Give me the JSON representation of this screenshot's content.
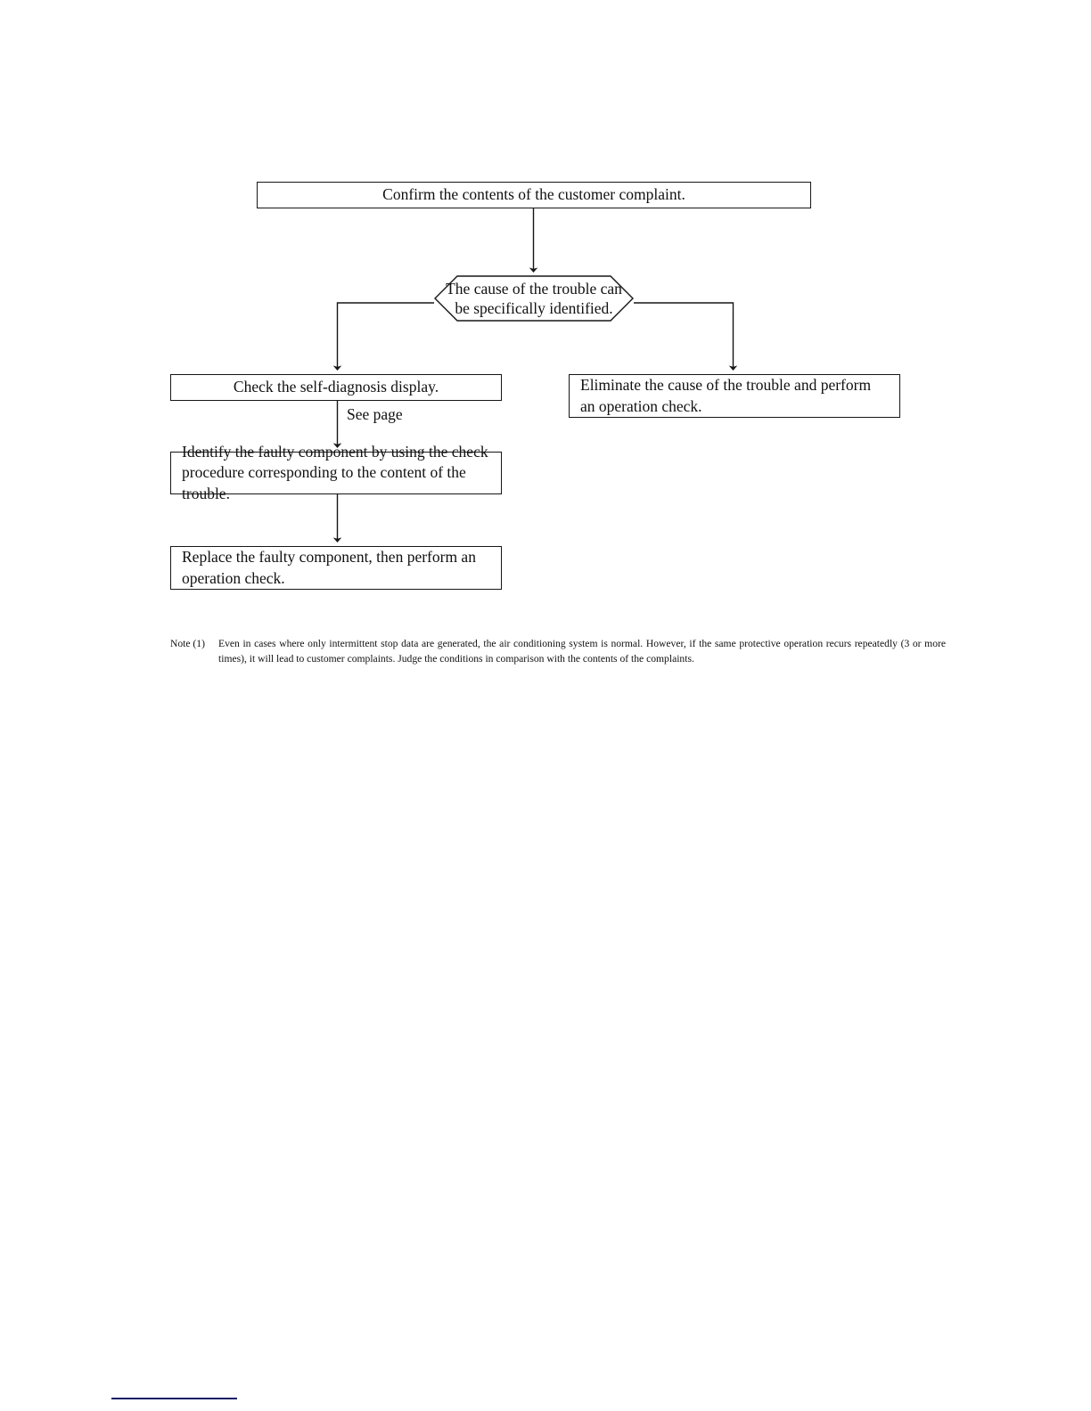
{
  "document": {
    "type": "troubleshooting-flowchart"
  },
  "flowchart": {
    "type": "flowchart",
    "orientation": "top-down",
    "nodes": [
      {
        "id": "confirm-complaint",
        "shape": "rectangle",
        "text": "Confirm the contents of the customer complaint."
      },
      {
        "id": "cause-identified",
        "shape": "hexagon",
        "line1": "The cause of the trouble can",
        "line2": "be specifically identified."
      },
      {
        "id": "check-self-diagnosis",
        "shape": "rectangle",
        "text": "Check the self-diagnosis display."
      },
      {
        "id": "eliminate-cause",
        "shape": "rectangle",
        "text": "Eliminate the cause of the trouble and perform an operation check."
      },
      {
        "id": "identify-faulty-component",
        "shape": "rectangle",
        "text": "Identify the faulty component by using the check procedure corresponding to the content of the trouble."
      },
      {
        "id": "replace-faulty-component",
        "shape": "rectangle",
        "text": "Replace the faulty component, then perform an operation check."
      }
    ],
    "edge_labels": {
      "see_page": "See page"
    }
  },
  "note": {
    "marker": "Note (1)",
    "text": "Even in cases where only intermittent stop data are generated, the air conditioning system is normal. However, if the same protective operation recurs repeatedly (3 or more times), it will lead to customer complaints. Judge the conditions in comparison with the contents of the complaints."
  },
  "colors": {
    "stroke": "#161616",
    "text": "#111111",
    "footer_rule": "#131a63",
    "background": "#ffffff"
  }
}
